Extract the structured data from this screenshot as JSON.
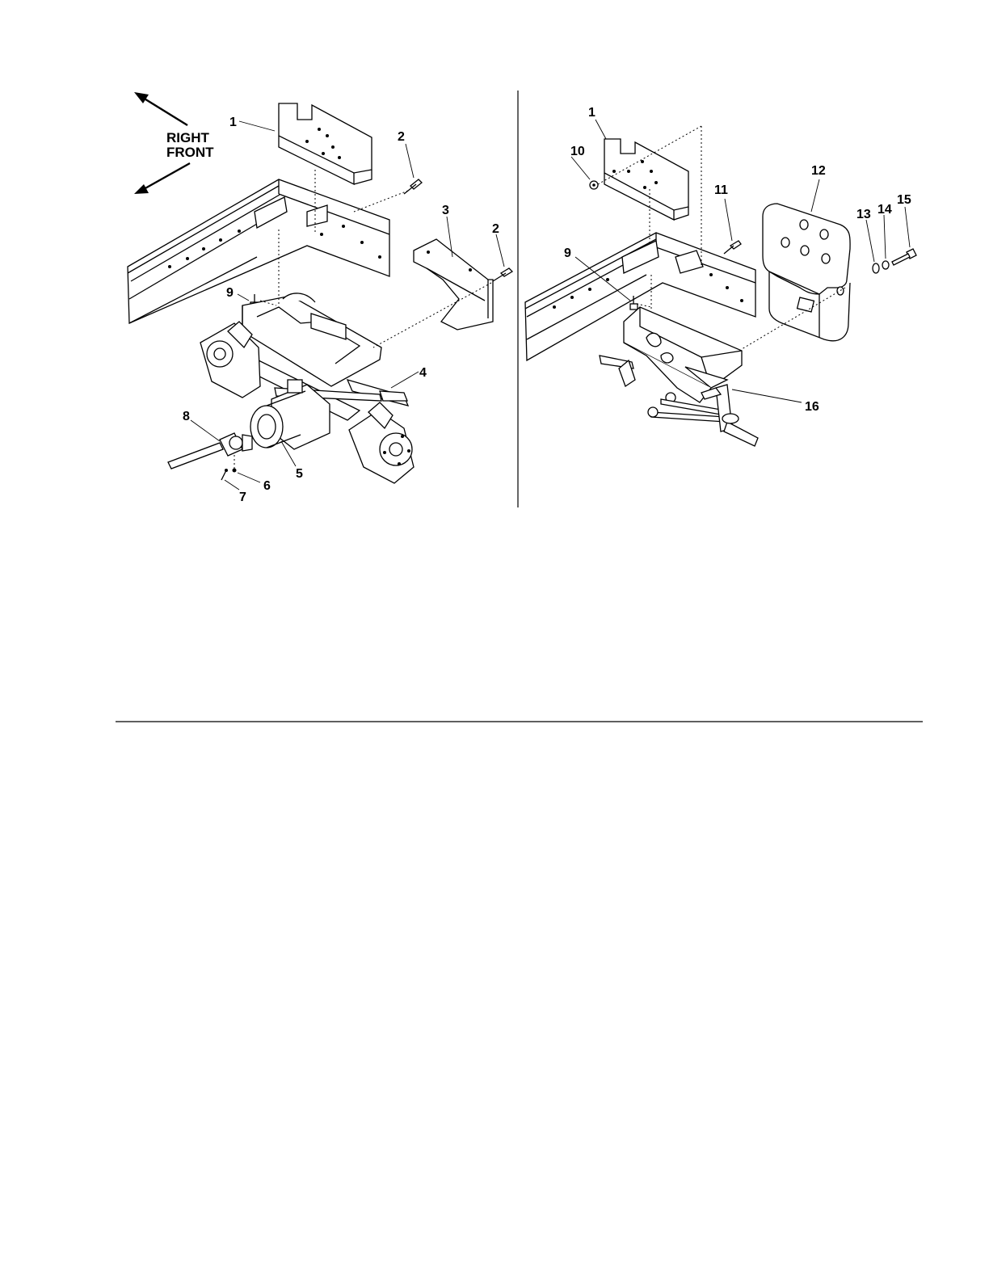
{
  "left_view": {
    "direction_labels": [
      "RIGHT",
      "FRONT"
    ],
    "callouts": [
      "1",
      "2",
      "2",
      "3",
      "4",
      "5",
      "6",
      "7",
      "8",
      "9"
    ]
  },
  "right_view": {
    "callouts": [
      "1",
      "9",
      "10",
      "11",
      "12",
      "13",
      "14",
      "15",
      "16"
    ]
  }
}
